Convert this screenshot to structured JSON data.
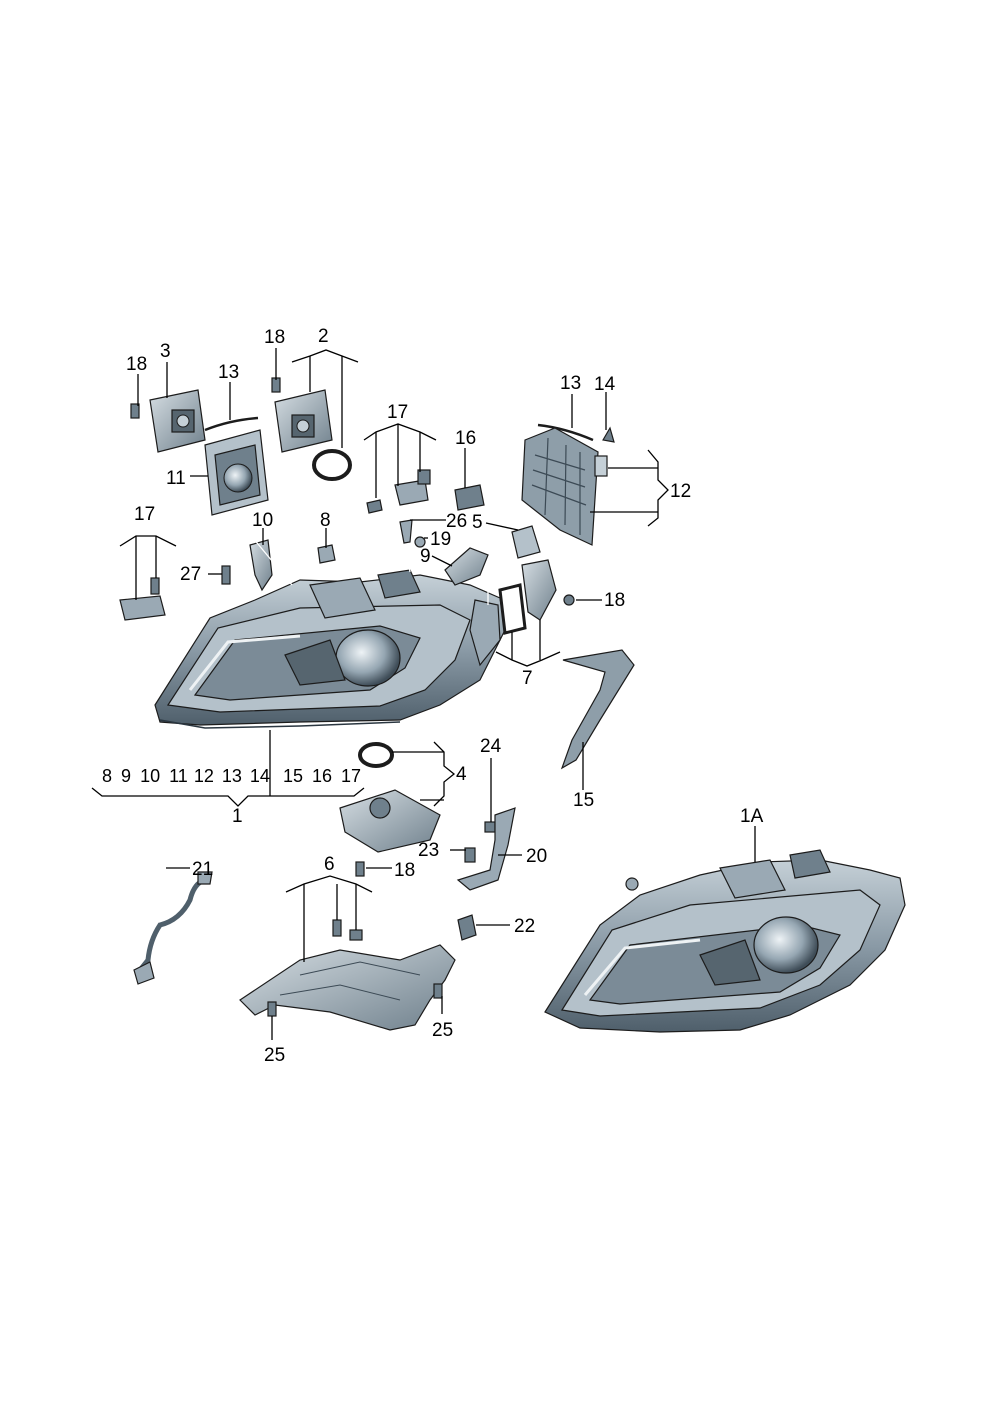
{
  "diagram": {
    "callouts": {
      "c18_top_left": "18",
      "c3": "3",
      "c13_left": "13",
      "c18_top_mid": "18",
      "c2": "2",
      "c17_top": "17",
      "c16": "16",
      "c13_right": "13",
      "c14_top": "14",
      "c12": "12",
      "c11": "11",
      "c10": "10",
      "c8": "8",
      "c26": "26",
      "c5": "5",
      "c19": "19",
      "c9": "9",
      "c17_left": "17",
      "c27": "27",
      "c18_right": "18",
      "c7": "7",
      "c15_right": "15",
      "c24": "24",
      "c4": "4",
      "c1": "1",
      "c21": "21",
      "c6": "6",
      "c18_bottom": "18",
      "c23": "23",
      "c20": "20",
      "c22": "22",
      "c25_right": "25",
      "c25_bottom": "25",
      "c1A": "1A"
    },
    "assembly_row": [
      "8",
      "9",
      "10",
      "11",
      "12",
      "13",
      "14",
      "15",
      "16",
      "17"
    ],
    "colors": {
      "part_fill": "#9aa9b4",
      "part_dark": "#3c4a55",
      "part_light": "#d3dce2",
      "line": "#000000"
    }
  }
}
